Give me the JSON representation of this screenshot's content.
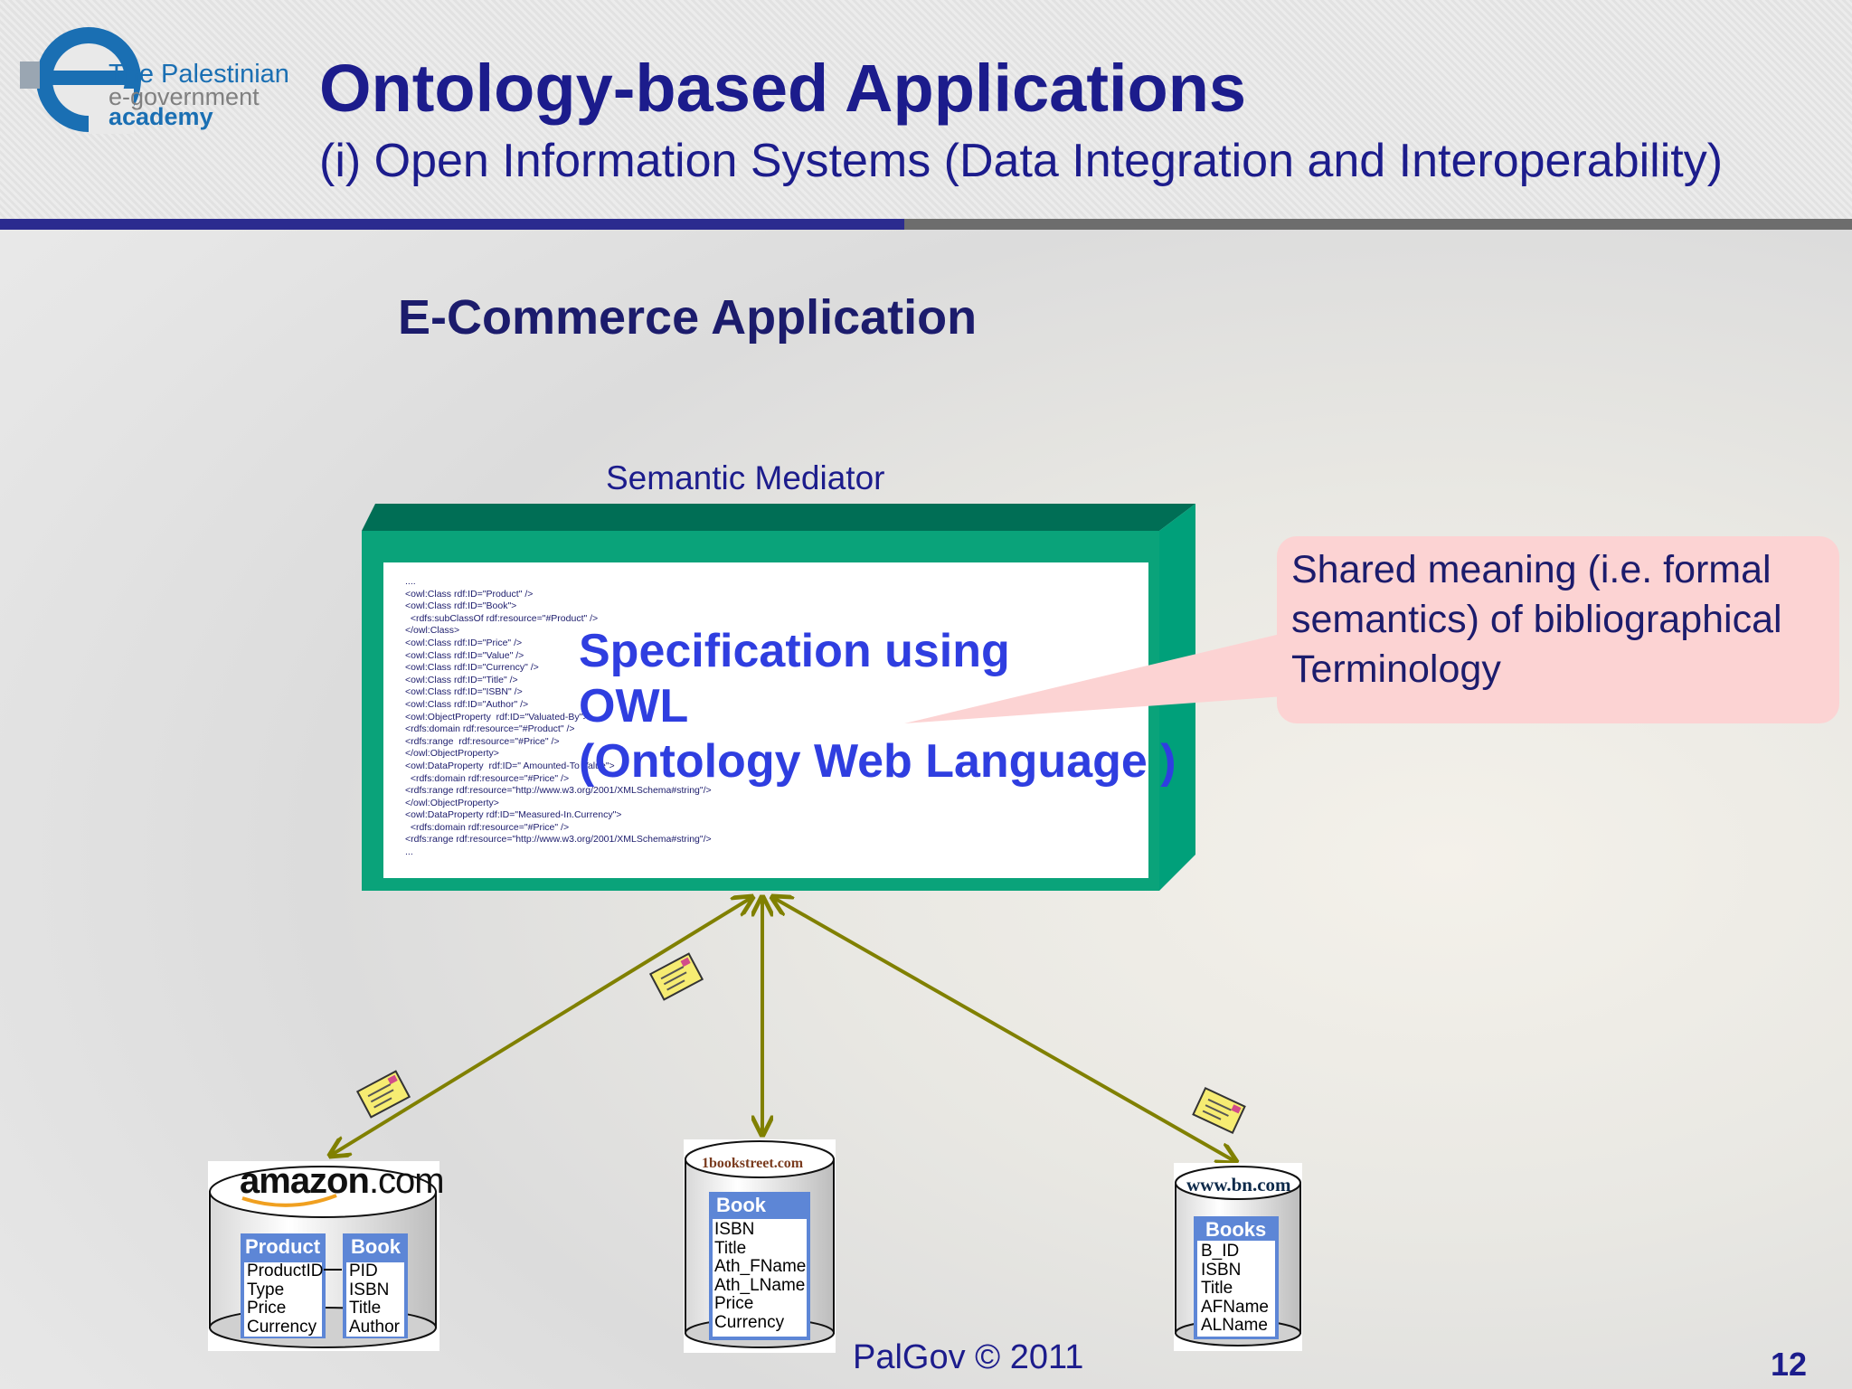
{
  "logo": {
    "line1": "The Palestinian",
    "line2": "e-government",
    "line3": "academy"
  },
  "title": "Ontology-based Applications",
  "subtitle": "(i) Open Information Systems (Data Integration and Interoperability)",
  "section_title": "E-Commerce Application",
  "mediator": {
    "label": "Semantic Mediator",
    "code": "....\n<owl:Class rdf:ID=\"Product\" />\n<owl:Class rdf:ID=\"Book\">\n  <rdfs:subClassOf rdf:resource=\"#Product\" />\n</owl:Class>\n<owl:Class rdf:ID=\"Price\" />\n<owl:Class rdf:ID=\"Value\" />\n<owl:Class rdf:ID=\"Currency\" />\n<owl:Class rdf:ID=\"Title\" />\n<owl:Class rdf:ID=\"ISBN\" />\n<owl:Class rdf:ID=\"Author\" />\n<owl:ObjectProperty  rdf:ID=\"Valuated-By\">\n<rdfs:domain rdf:resource=\"#Product\" />\n<rdfs:range  rdf:resource=\"#Price\" />\n</owl:ObjectProperty>\n<owl:DataProperty  rdf:ID=\" Amounted-To Value\">\n  <rdfs:domain rdf:resource=\"#Price\" />\n<rdfs:range rdf:resource=\"http://www.w3.org/2001/XMLSchema#string\"/>\n</owl:ObjectProperty>\n<owl:DataProperty rdf:ID=\"Measured-In.Currency\">\n  <rdfs:domain rdf:resource=\"#Price\" />\n<rdfs:range rdf:resource=\"http://www.w3.org/2001/XMLSchema#string\"/>\n...",
    "spec_line1": "Specification using",
    "spec_line2": "OWL",
    "spec_line3": "(Ontology Web Language )"
  },
  "callout": {
    "line1": "Shared meaning (i.e. formal",
    "line2": "semantics) of bibliographical",
    "line3": "Terminology"
  },
  "databases": {
    "amazon": {
      "logo_main": "amazon",
      "logo_suffix": ".com",
      "tables": [
        {
          "name": "Product",
          "fields": "ProductID\nType\nPrice\nCurrency"
        },
        {
          "name": "Book",
          "fields": "PID\nISBN\nTitle\nAuthor"
        }
      ]
    },
    "bookstreet": {
      "logo": "1bookstreet.com",
      "tables": [
        {
          "name": "Book",
          "fields": "ISBN\nTitle\nAth_FName\nAth_LName\nPrice\nCurrency"
        }
      ]
    },
    "bn": {
      "logo": "www.bn.com",
      "tables": [
        {
          "name": "Books",
          "fields": "B_ID\nISBN\nTitle\nAFName\nALName"
        }
      ]
    }
  },
  "footer": "PalGov © 2011",
  "page_number": "12",
  "colors": {
    "title": "#1c1c8c",
    "spec": "#2f3ee0",
    "box_green": "#0aa37a",
    "arrow": "#808000",
    "callout": "#fcd3d3"
  }
}
